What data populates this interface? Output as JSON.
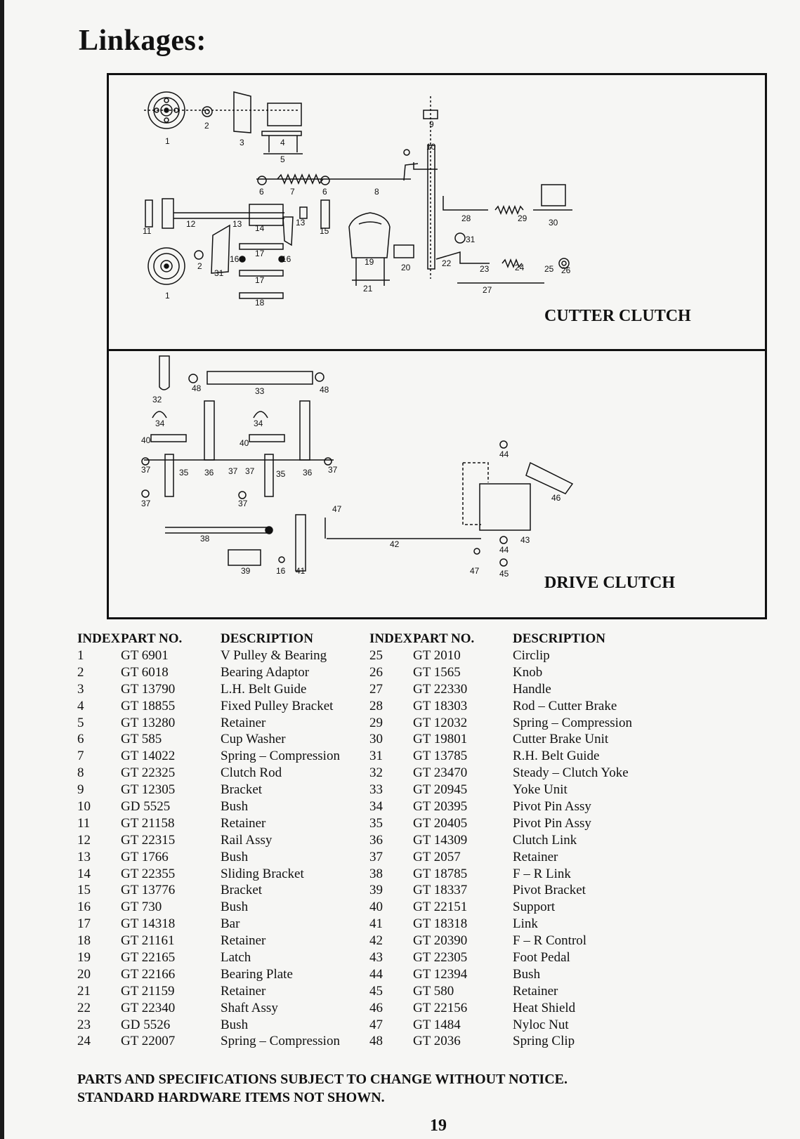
{
  "page": {
    "title": "Linkages:",
    "page_number": "19"
  },
  "diagram": {
    "cutter_label": "CUTTER CLUTCH",
    "drive_label": "DRIVE CLUTCH",
    "callouts_top": [
      "1",
      "2",
      "3",
      "4",
      "5",
      "6",
      "7",
      "6",
      "8",
      "9",
      "10",
      "11",
      "12",
      "13",
      "14",
      "13",
      "15",
      "16",
      "16",
      "17",
      "17",
      "18",
      "19",
      "20",
      "21",
      "22",
      "23",
      "24",
      "25",
      "26",
      "27",
      "28",
      "29",
      "30",
      "31",
      "31",
      "2",
      "1"
    ],
    "callouts_bottom": [
      "32",
      "48",
      "33",
      "48",
      "34",
      "34",
      "40",
      "40",
      "37",
      "35",
      "36",
      "37",
      "37",
      "35",
      "36",
      "37",
      "37",
      "37",
      "38",
      "39",
      "16",
      "41",
      "42",
      "43",
      "44",
      "44",
      "45",
      "46",
      "47",
      "47"
    ]
  },
  "table": {
    "headers": {
      "index": "INDEX",
      "part": "PART NO.",
      "desc": "DESCRIPTION"
    },
    "left": [
      {
        "index": "1",
        "part": "GT  6901",
        "desc": "V Pulley & Bearing"
      },
      {
        "index": "2",
        "part": "GT  6018",
        "desc": "Bearing Adaptor"
      },
      {
        "index": "3",
        "part": "GT 13790",
        "desc": "L.H. Belt Guide"
      },
      {
        "index": "4",
        "part": "GT 18855",
        "desc": "Fixed Pulley Bracket"
      },
      {
        "index": "5",
        "part": "GT 13280",
        "desc": "Retainer"
      },
      {
        "index": "6",
        "part": "GT    585",
        "desc": "Cup Washer"
      },
      {
        "index": "7",
        "part": "GT 14022",
        "desc": "Spring – Compression"
      },
      {
        "index": "8",
        "part": "GT 22325",
        "desc": "Clutch Rod"
      },
      {
        "index": "9",
        "part": "GT 12305",
        "desc": "Bracket"
      },
      {
        "index": "10",
        "part": "GD  5525",
        "desc": "Bush"
      },
      {
        "index": "11",
        "part": "GT 21158",
        "desc": "Retainer"
      },
      {
        "index": "12",
        "part": "GT 22315",
        "desc": "Rail Assy"
      },
      {
        "index": "13",
        "part": "GT  1766",
        "desc": "Bush"
      },
      {
        "index": "14",
        "part": "GT 22355",
        "desc": "Sliding Bracket"
      },
      {
        "index": "15",
        "part": "GT 13776",
        "desc": "Bracket"
      },
      {
        "index": "16",
        "part": "GT    730",
        "desc": "Bush"
      },
      {
        "index": "17",
        "part": "GT 14318",
        "desc": "Bar"
      },
      {
        "index": "18",
        "part": "GT 21161",
        "desc": "Retainer"
      },
      {
        "index": "19",
        "part": "GT 22165",
        "desc": "Latch"
      },
      {
        "index": "20",
        "part": "GT 22166",
        "desc": "Bearing Plate"
      },
      {
        "index": "21",
        "part": "GT 21159",
        "desc": "Retainer"
      },
      {
        "index": "22",
        "part": "GT 22340",
        "desc": "Shaft Assy"
      },
      {
        "index": "23",
        "part": "GD  5526",
        "desc": "Bush"
      },
      {
        "index": "24",
        "part": "GT 22007",
        "desc": "Spring – Compression"
      }
    ],
    "right": [
      {
        "index": "25",
        "part": "GT  2010",
        "desc": "Circlip"
      },
      {
        "index": "26",
        "part": "GT  1565",
        "desc": "Knob"
      },
      {
        "index": "27",
        "part": "GT 22330",
        "desc": "Handle"
      },
      {
        "index": "28",
        "part": "GT 18303",
        "desc": "Rod – Cutter Brake"
      },
      {
        "index": "29",
        "part": "GT 12032",
        "desc": "Spring – Compression"
      },
      {
        "index": "30",
        "part": "GT 19801",
        "desc": "Cutter Brake Unit"
      },
      {
        "index": "31",
        "part": "GT 13785",
        "desc": "R.H. Belt Guide"
      },
      {
        "index": "32",
        "part": "GT 23470",
        "desc": "Steady – Clutch Yoke"
      },
      {
        "index": "33",
        "part": "GT 20945",
        "desc": "Yoke Unit"
      },
      {
        "index": "34",
        "part": "GT 20395",
        "desc": "Pivot Pin Assy"
      },
      {
        "index": "35",
        "part": "GT 20405",
        "desc": "Pivot Pin Assy"
      },
      {
        "index": "36",
        "part": "GT 14309",
        "desc": "Clutch Link"
      },
      {
        "index": "37",
        "part": "GT  2057",
        "desc": "Retainer"
      },
      {
        "index": "38",
        "part": "GT 18785",
        "desc": "F – R Link"
      },
      {
        "index": "39",
        "part": "GT 18337",
        "desc": "Pivot Bracket"
      },
      {
        "index": "40",
        "part": "GT 22151",
        "desc": "Support"
      },
      {
        "index": "41",
        "part": "GT 18318",
        "desc": "Link"
      },
      {
        "index": "42",
        "part": "GT 20390",
        "desc": "F – R Control"
      },
      {
        "index": "43",
        "part": "GT 22305",
        "desc": "Foot Pedal"
      },
      {
        "index": "44",
        "part": "GT 12394",
        "desc": "Bush"
      },
      {
        "index": "45",
        "part": "GT    580",
        "desc": "Retainer"
      },
      {
        "index": "46",
        "part": "GT 22156",
        "desc": "Heat Shield"
      },
      {
        "index": "47",
        "part": "GT  1484",
        "desc": "Nyloc Nut"
      },
      {
        "index": "48",
        "part": "GT  2036",
        "desc": "Spring Clip"
      }
    ]
  },
  "footer": {
    "line1": "PARTS AND SPECIFICATIONS SUBJECT TO CHANGE WITHOUT NOTICE.",
    "line2": "STANDARD HARDWARE ITEMS NOT SHOWN."
  }
}
